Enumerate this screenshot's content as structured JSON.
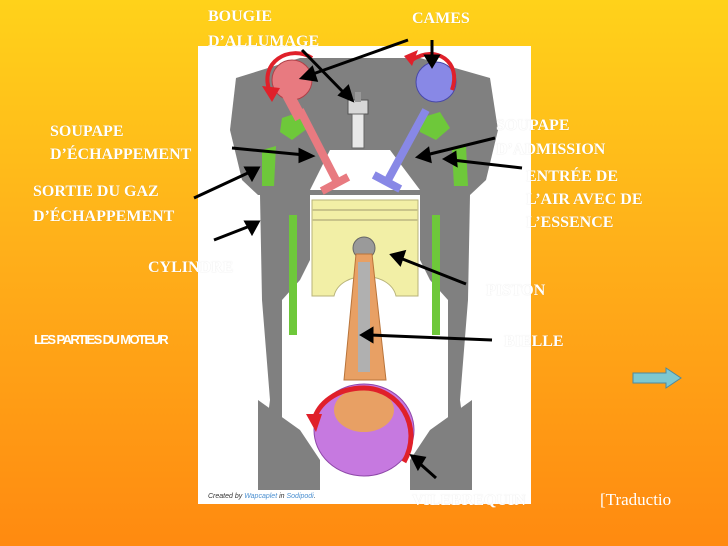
{
  "labels": {
    "bougie_line1": "BOUGIE",
    "bougie_line2": "D’ALLUMAGE",
    "cames": "CAMES",
    "soupape_echappement_line1": "SOUPAPE",
    "soupape_echappement_line2": "D’ÉCHAPPEMENT",
    "soupape_admission_line1": "SOUPAPE",
    "soupape_admission_line2": "D’ADMISSION",
    "sortie_gaz_line1": "SORTIE DU GAZ",
    "sortie_gaz_line2": "D’ÉCHAPPEMENT",
    "entree_air_line1": "ENTRÉE DE",
    "entree_air_line2": "L’AIR AVEC DE",
    "entree_air_line3": "L’ESSENCE",
    "cylindre": "CYLINDRE",
    "piston": "PISTON",
    "bielle": "BIELLE",
    "vilebrequin": "VILEBREQUIN"
  },
  "title": "LES PARTIES DU MOTEUR",
  "translation_link": "[Traductio",
  "credit": {
    "prefix": "Created by ",
    "author": "Wapcaplet",
    "middle": " in ",
    "tool": "Sodipodi",
    "suffix": "."
  },
  "colors": {
    "background_top": "#ffd21a",
    "background_bottom": "#ff8a10",
    "engine_gray": "#7f7f7f",
    "coolant_green": "#6ec83a",
    "piston_yellow": "#f2efa6",
    "exhaust_red": "#e87a80",
    "intake_blue": "#8888e6",
    "crank_purple": "#c679e0",
    "rod_orange": "#e8a064",
    "rotation_arrow": "#e0202a",
    "next_arrow": "#7ec8d0"
  },
  "icons": {
    "next": "right-arrow-icon"
  }
}
